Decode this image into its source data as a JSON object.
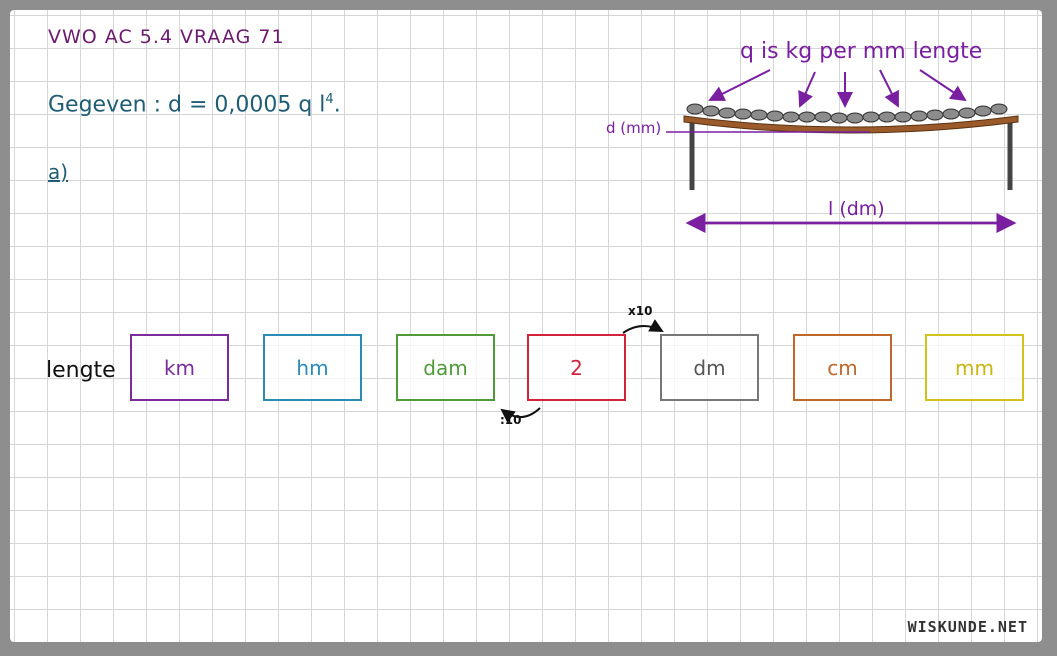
{
  "title": "VWO AC 5.4 VRAAG 71",
  "given": {
    "text": "Gegeven : d = 0,0005 q l",
    "exponent": "4",
    "end": "."
  },
  "part_label": "a)",
  "diagram": {
    "top_label": "q is kg per mm lengte",
    "d_label": "d (mm)",
    "l_label": "l (dm)"
  },
  "units_row": {
    "label": "lengte",
    "units": [
      {
        "label": "km",
        "color": "#7b2c9a"
      },
      {
        "label": "hm",
        "color": "#2a8bb5"
      },
      {
        "label": "dam",
        "color": "#4f9b3a"
      },
      {
        "label": "2",
        "color": "#d4223a"
      },
      {
        "label": "dm",
        "color": "#555555"
      },
      {
        "label": "cm",
        "color": "#c0672a"
      },
      {
        "label": "mm",
        "color": "#d4c21c"
      }
    ],
    "conversions": {
      "up": "x10",
      "down": ":10"
    }
  },
  "watermark": "WISKUNDE.NET"
}
